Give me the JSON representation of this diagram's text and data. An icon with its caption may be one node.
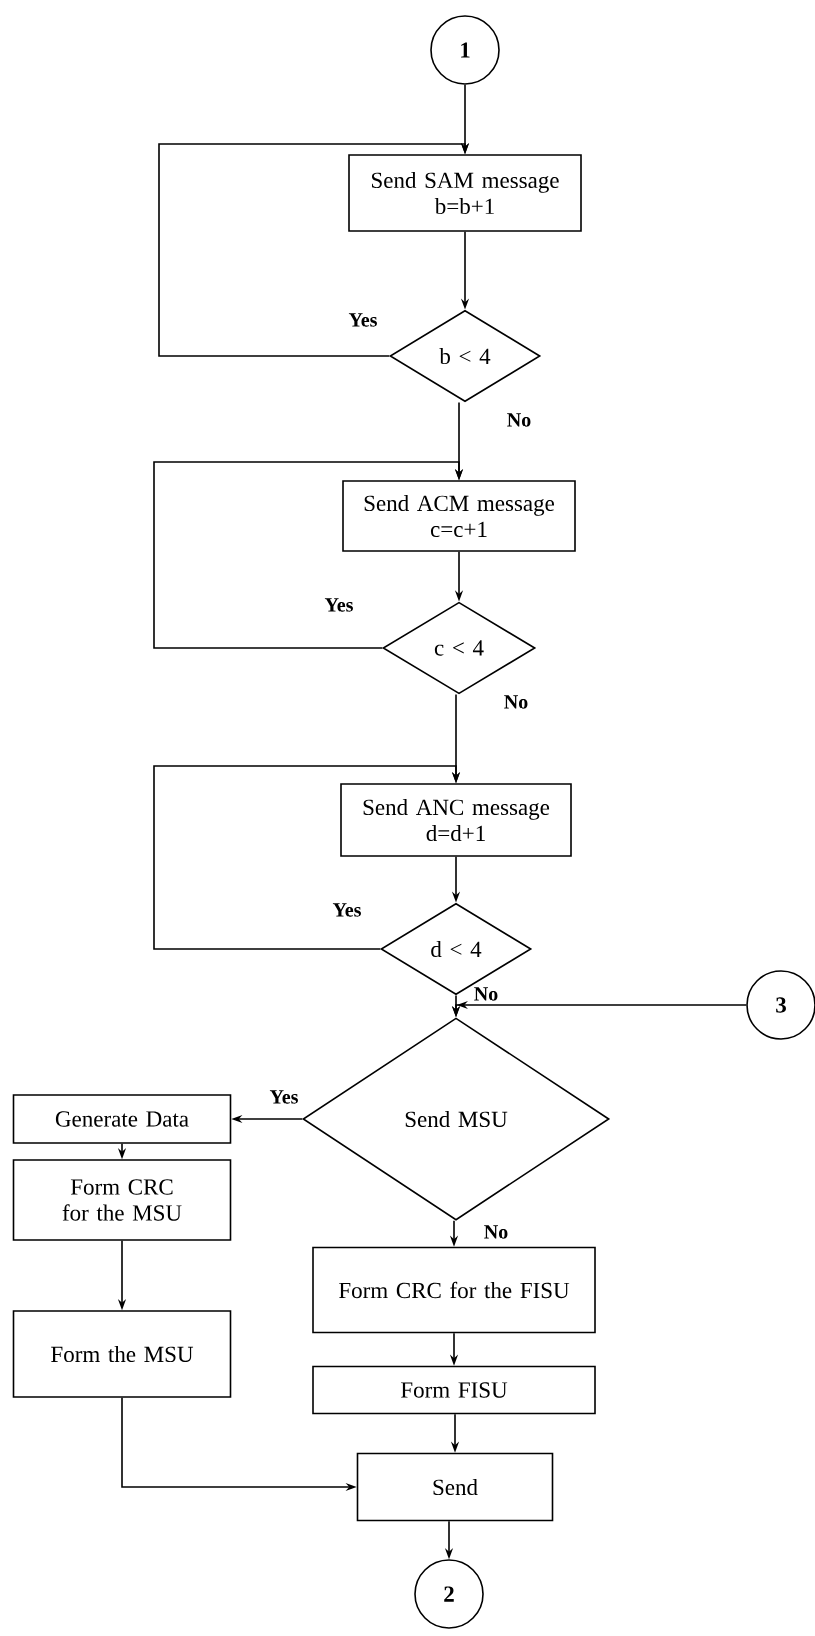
{
  "diagram": {
    "nodes": [
      {
        "text": [
          "1"
        ]
      },
      {
        "text": [
          "Send SAM message",
          "b=b+1"
        ]
      },
      {
        "text": [
          "b < 4"
        ]
      },
      {
        "text": [
          "Send ACM message",
          "c=c+1"
        ]
      },
      {
        "text": [
          "c < 4"
        ]
      },
      {
        "text": [
          "Send ANC message",
          "d=d+1"
        ]
      },
      {
        "text": [
          "d < 4"
        ]
      },
      {
        "text": [
          "3"
        ]
      },
      {
        "text": [
          "Send MSU"
        ]
      },
      {
        "text": [
          "Generate Data"
        ]
      },
      {
        "text": [
          "Form CRC for the MSU"
        ]
      },
      {
        "text": [
          "Form the MSU"
        ]
      },
      {
        "text": [
          "Form CRC for the FISU"
        ]
      },
      {
        "text": [
          "Form FISU"
        ]
      },
      {
        "text": [
          "Send"
        ]
      },
      {
        "text": [
          "2"
        ]
      }
    ],
    "edges": [
      {
        "from": 0,
        "to": 1,
        "arrow": "to"
      },
      {
        "from": 1,
        "to": 2,
        "arrow": "to"
      },
      {
        "from": 2,
        "to": 1,
        "arrow": "to",
        "label": "Yes"
      },
      {
        "from": 2,
        "to": 3,
        "arrow": "to",
        "label": "No"
      },
      {
        "from": 3,
        "to": 4,
        "arrow": "to"
      },
      {
        "from": 4,
        "to": 3,
        "arrow": "to",
        "label": "Yes"
      },
      {
        "from": 4,
        "to": 5,
        "arrow": "to",
        "label": "No"
      },
      {
        "from": 5,
        "to": 6,
        "arrow": "to"
      },
      {
        "from": 6,
        "to": 5,
        "arrow": "to",
        "label": "Yes"
      },
      {
        "from": 6,
        "to": 8,
        "arrow": "to",
        "label": "No"
      },
      {
        "from": 7,
        "to": 8,
        "arrow": "to"
      },
      {
        "from": 8,
        "to": 9,
        "arrow": "to",
        "label": "Yes"
      },
      {
        "from": 8,
        "to": 12,
        "arrow": "to",
        "label": "No"
      },
      {
        "from": 9,
        "to": 10,
        "arrow": "to"
      },
      {
        "from": 10,
        "to": 11,
        "arrow": "to"
      },
      {
        "from": 11,
        "to": 14,
        "arrow": "to"
      },
      {
        "from": 12,
        "to": 13,
        "arrow": "to"
      },
      {
        "from": 13,
        "to": 14,
        "arrow": "to"
      },
      {
        "from": 14,
        "to": 15,
        "arrow": "to"
      }
    ]
  }
}
